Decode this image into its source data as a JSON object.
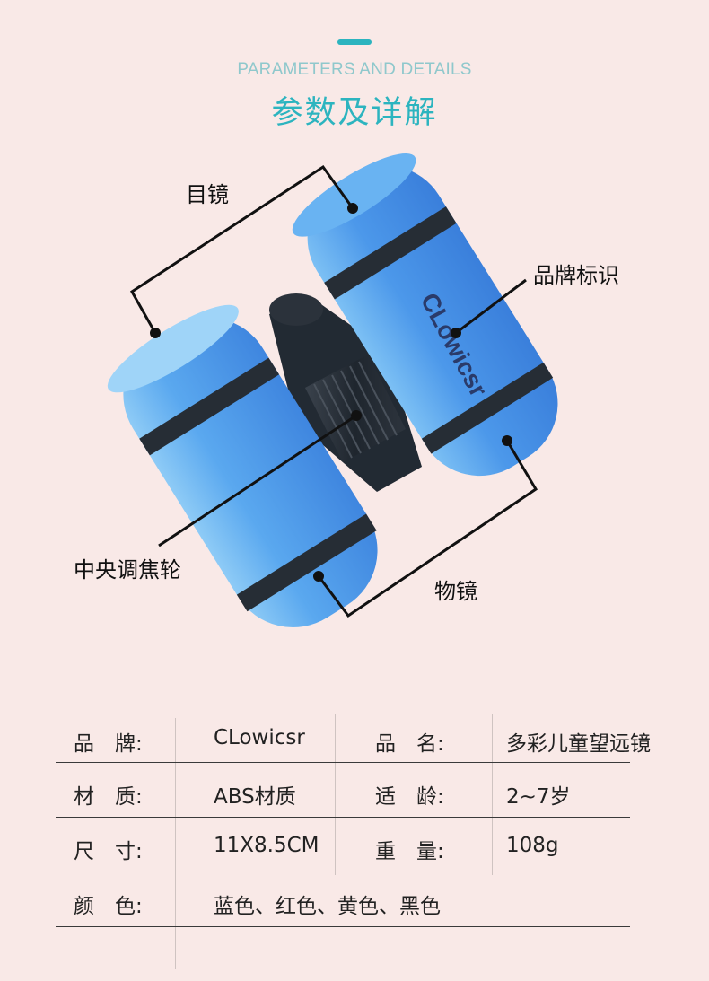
{
  "header": {
    "subtitle": "PARAMETERS AND DETAILS",
    "title": "参数及详解"
  },
  "product_logo_text": "CLowicsr",
  "colors": {
    "background": "#f9e9e7",
    "accent": "#2cb4bf",
    "subtitle": "#8fc8cc",
    "body_blue": "#4b95e8",
    "dark_parts": "#222a33"
  },
  "callouts": {
    "eyepiece": "目镜",
    "brand_mark": "品牌标识",
    "focus_wheel": "中央调焦轮",
    "objective": "物镜"
  },
  "specs": [
    {
      "label1": "品　牌:",
      "value1": "CLowicsr",
      "label2": "品　名:",
      "value2": "多彩儿童望远镜"
    },
    {
      "label1": "材　质:",
      "value1": "ABS材质",
      "label2": "适　龄:",
      "value2": "2~7岁"
    },
    {
      "label1": "尺　寸:",
      "value1": "11X8.5CM",
      "label2": "重　量:",
      "value2": "108g"
    },
    {
      "label1": "颜　色:",
      "value1": "蓝色、红色、黄色、黑色",
      "label2": "",
      "value2": ""
    }
  ]
}
